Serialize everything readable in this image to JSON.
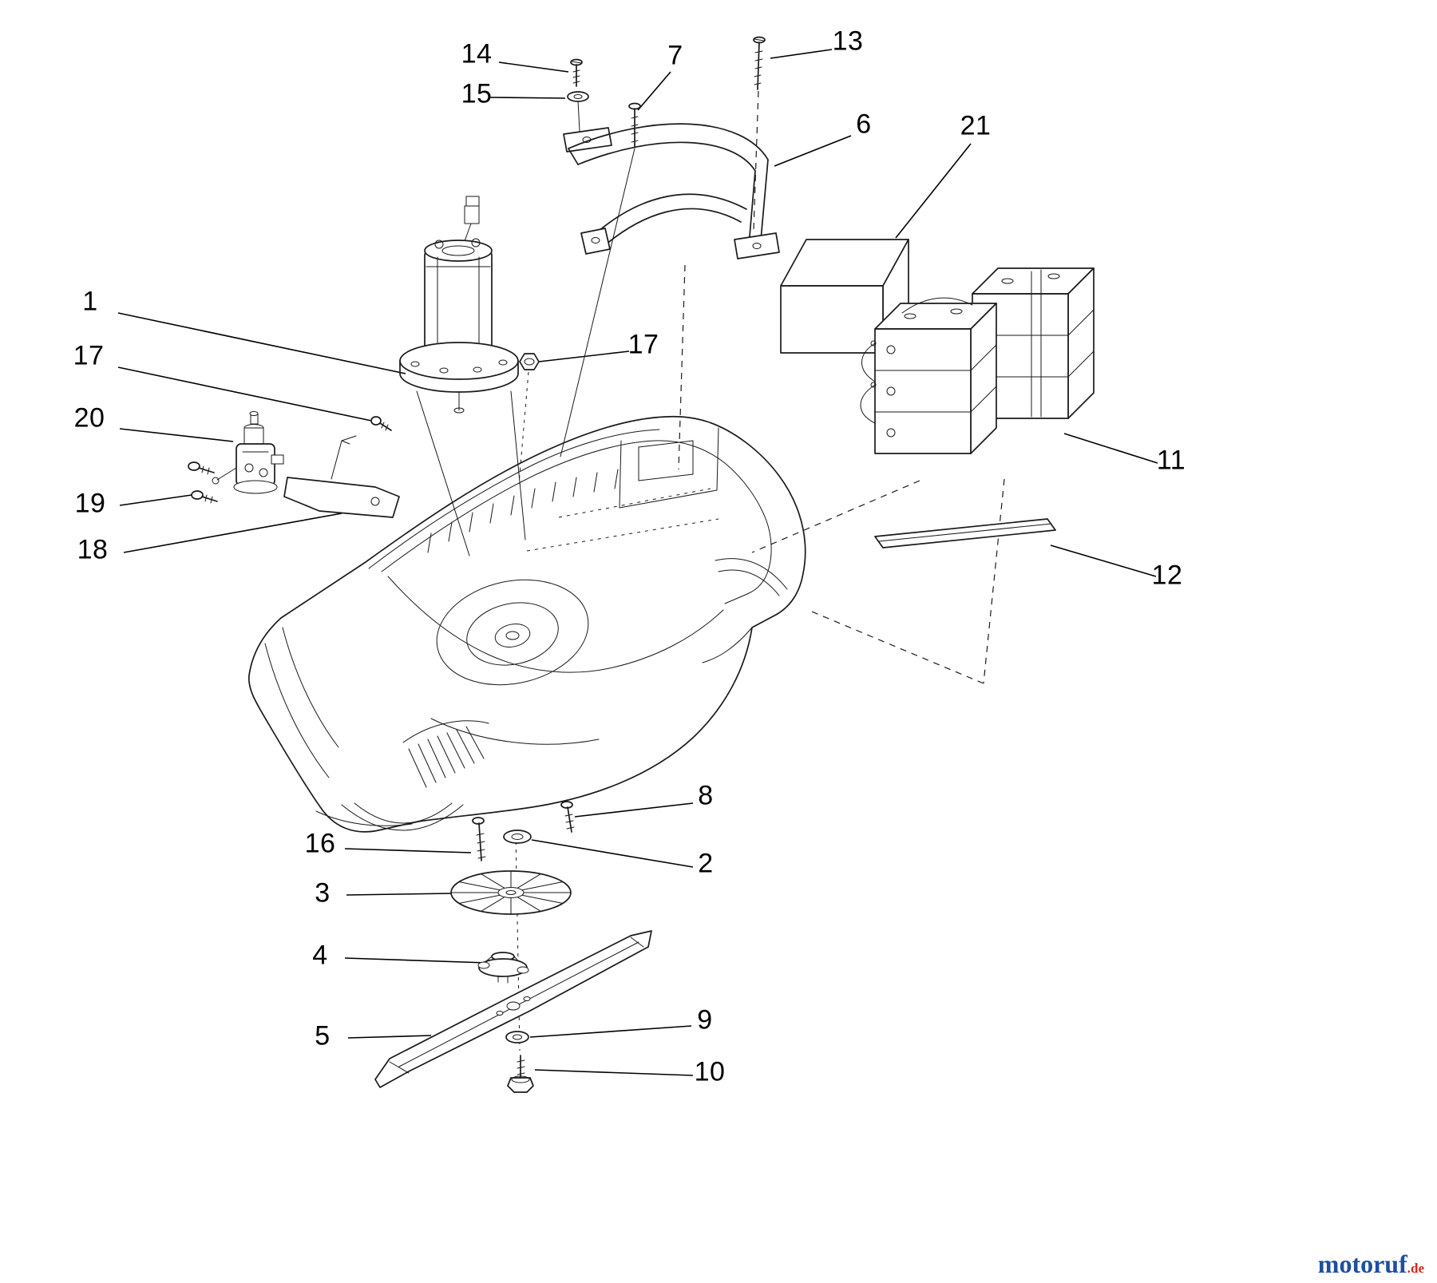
{
  "diagram": {
    "background": "#ffffff",
    "line_color": "#1a1a1a",
    "callouts": {
      "n1": "1",
      "n2": "2",
      "n3": "3",
      "n4": "4",
      "n5": "5",
      "n6": "6",
      "n7": "7",
      "n8": "8",
      "n9": "9",
      "n10": "10",
      "n11": "11",
      "n12": "12",
      "n13": "13",
      "n14": "14",
      "n15": "15",
      "n16": "16",
      "n17a": "17",
      "n17b": "17",
      "n18": "18",
      "n19": "19",
      "n20": "20",
      "n21": "21"
    },
    "watermark": {
      "name": "motoruf",
      "tld": ".de"
    }
  }
}
